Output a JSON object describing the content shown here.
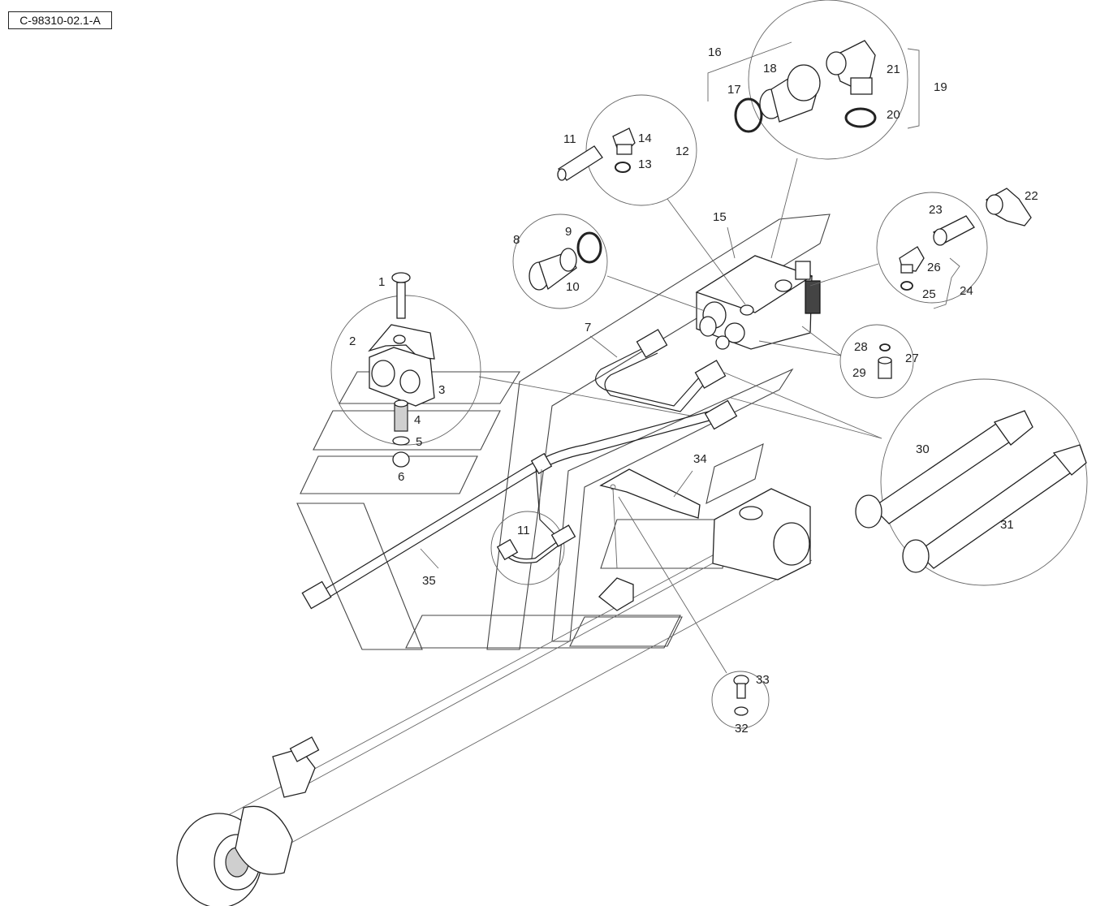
{
  "reference_code": "C-98310-02.1-A",
  "callouts": [
    "1",
    "2",
    "3",
    "4",
    "5",
    "6",
    "7",
    "8",
    "9",
    "10",
    "11",
    "12",
    "13",
    "14",
    "15",
    "16",
    "17",
    "18",
    "19",
    "20",
    "21",
    "22",
    "23",
    "24",
    "25",
    "26",
    "27",
    "28",
    "29",
    "30",
    "31",
    "32",
    "33",
    "34",
    "35",
    "11"
  ]
}
